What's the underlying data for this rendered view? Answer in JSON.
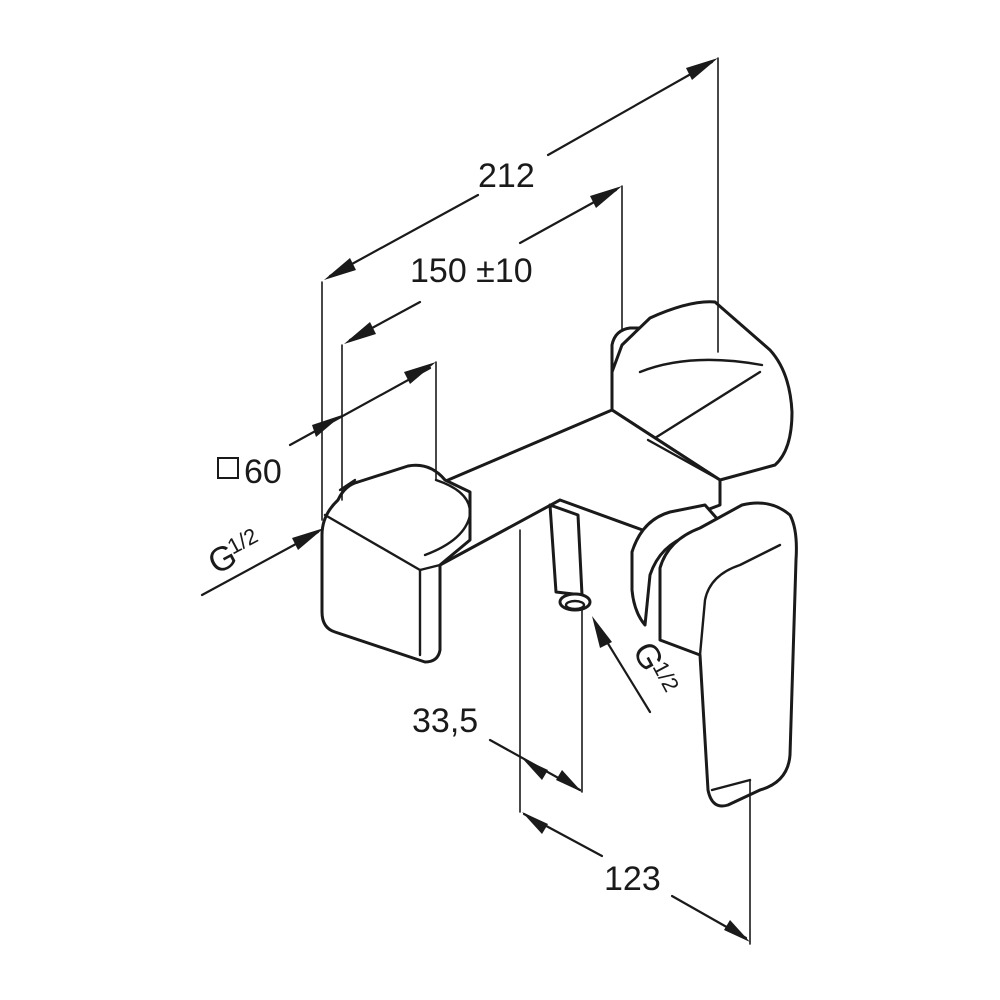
{
  "dimensions": {
    "overall_length": "212",
    "inlet_spacing": "150 ±10",
    "body_square_value": "60",
    "inlet_thread_left": "G",
    "inlet_thread_left_fraction": "1/2",
    "outlet_offset": "33,5",
    "projection_depth": "123",
    "outlet_thread": "G",
    "outlet_thread_fraction": "1/2"
  }
}
